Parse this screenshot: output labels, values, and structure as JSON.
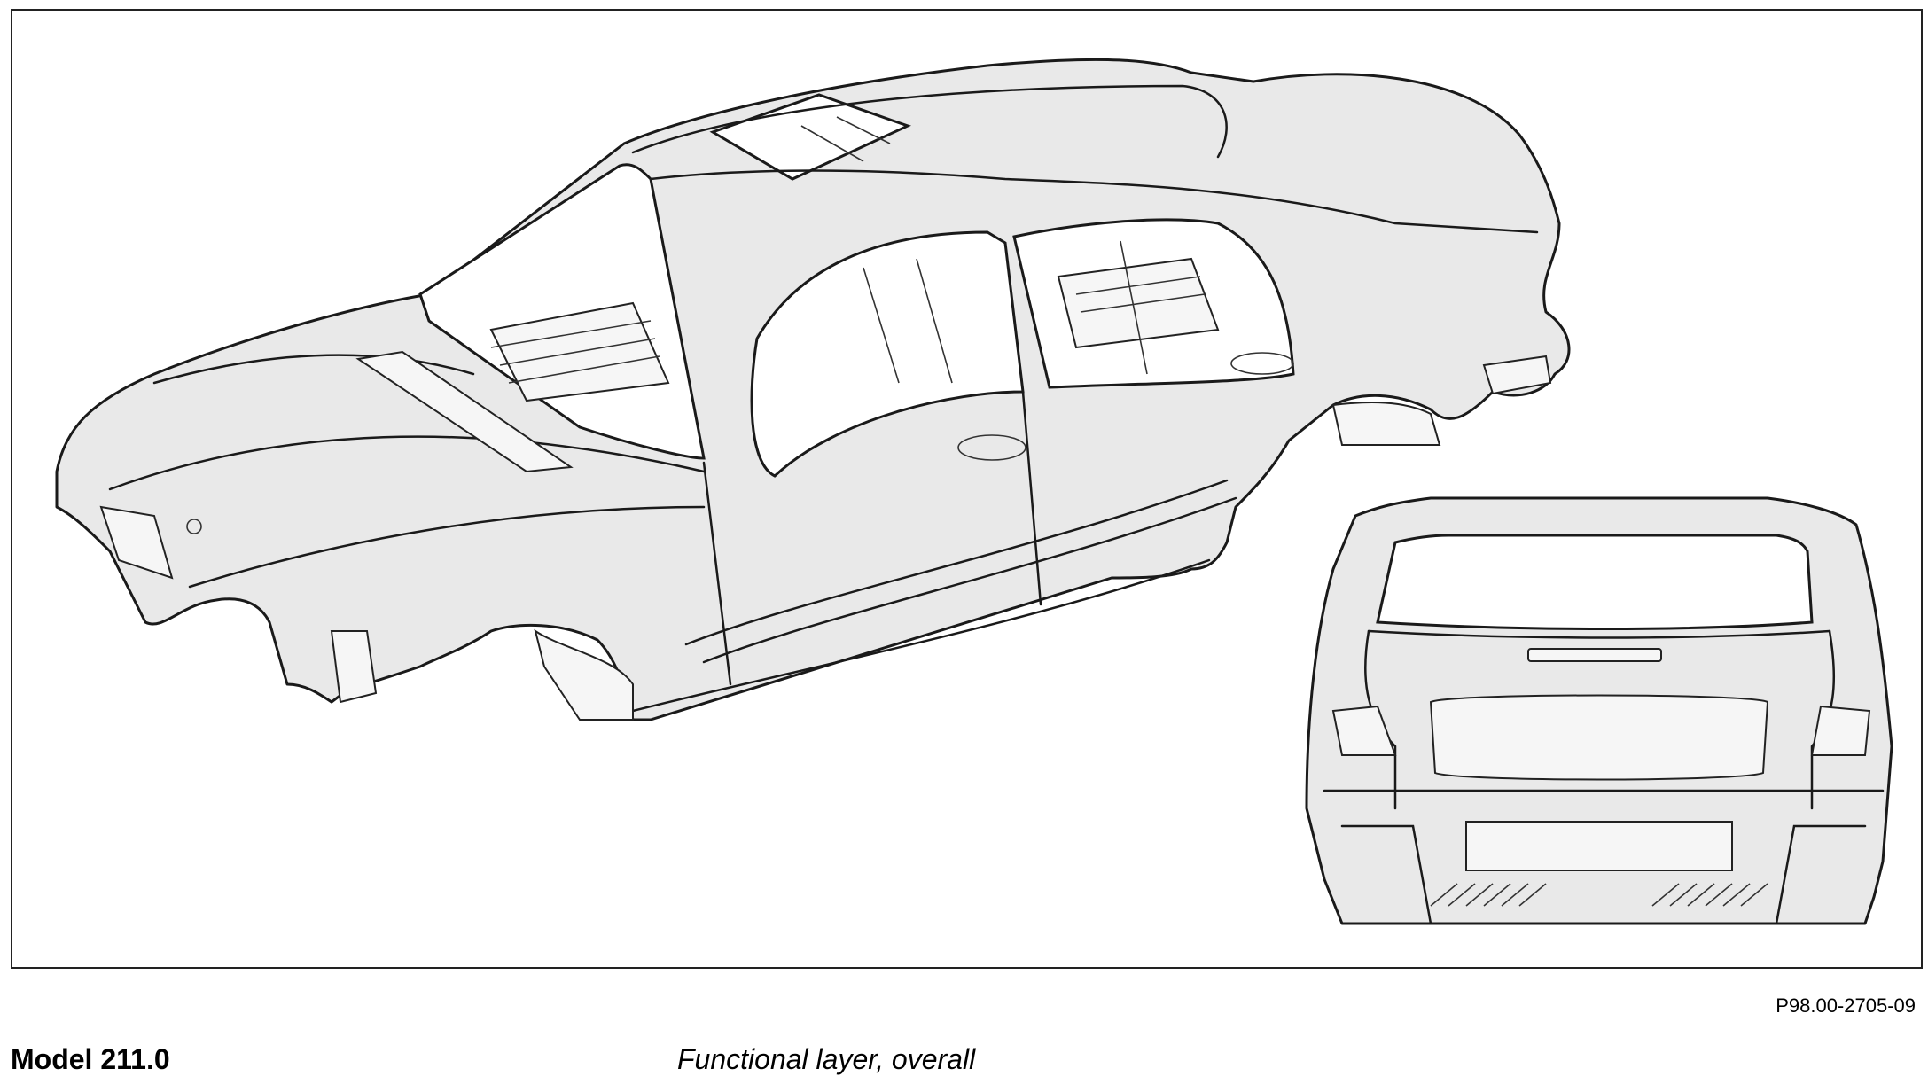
{
  "figure": {
    "reference_code": "P98.00-2705-09",
    "model_label": "Model 211.0",
    "caption": "Functional layer, overall",
    "colors": {
      "panel_fill": "#e9e9e9",
      "outline": "#1a1a1a",
      "background": "#ffffff"
    }
  }
}
